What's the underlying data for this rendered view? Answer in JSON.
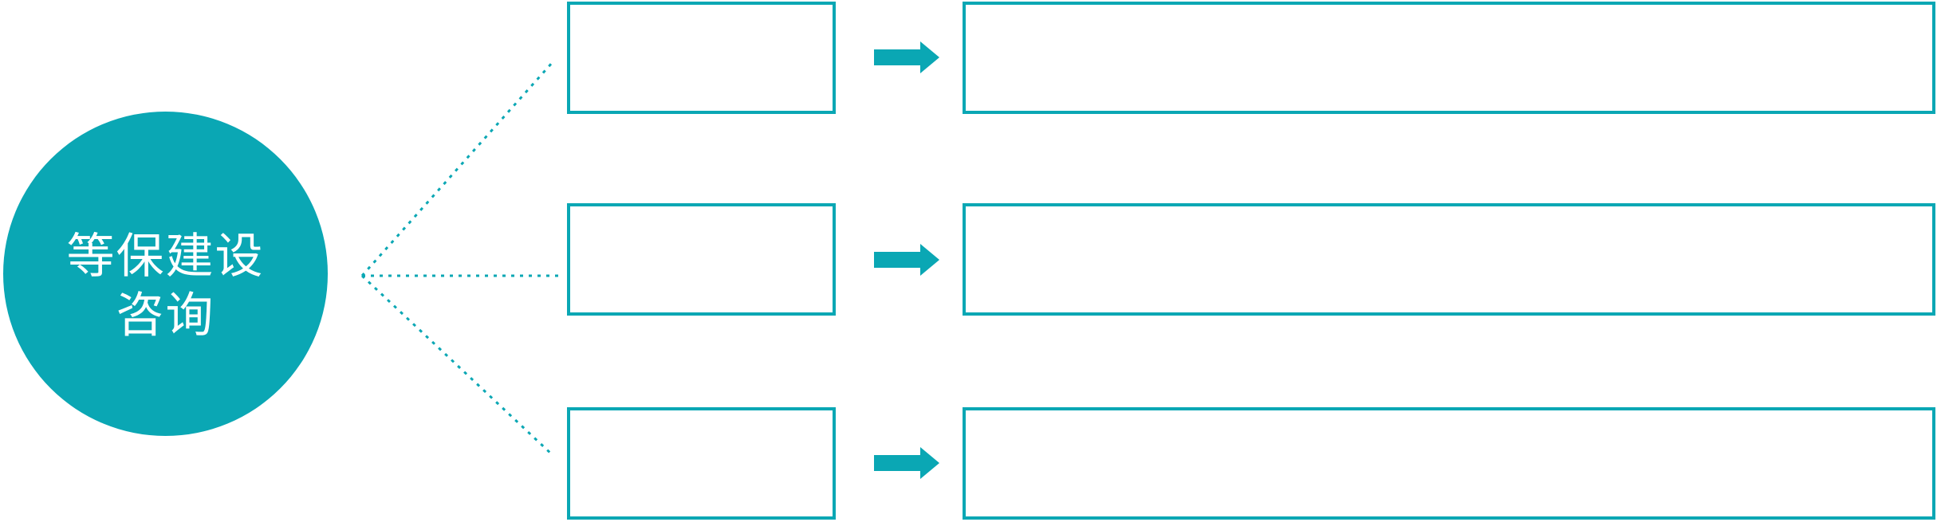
{
  "diagram": {
    "accent_color": "#0aa7b4",
    "circle": {
      "label_line1": "等保建设",
      "label_line2": "咨询"
    },
    "rows": [
      {
        "small_box_text": "",
        "large_box_text": ""
      },
      {
        "small_box_text": "",
        "large_box_text": ""
      },
      {
        "small_box_text": "",
        "large_box_text": ""
      }
    ],
    "icons": {
      "arrow": "right-block-arrow",
      "connector": "dotted-line"
    }
  }
}
